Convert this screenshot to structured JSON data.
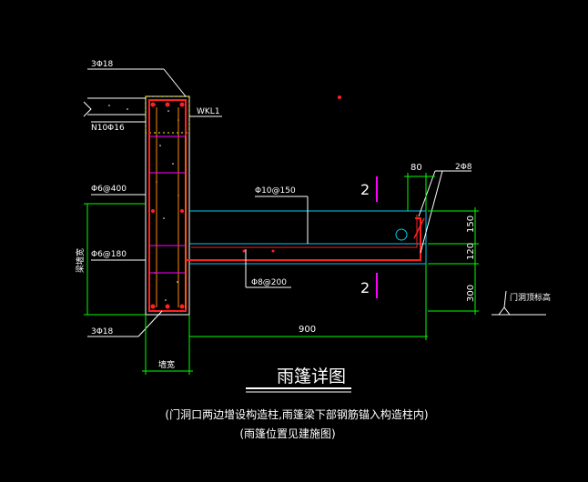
{
  "labels": {
    "top_rebar": "3Φ18",
    "stirrup_top": "N10Φ16",
    "beam_name": "WKL1",
    "stirrup_400": "Φ6@400",
    "stirrup_180": "Φ6@180",
    "wall_width_v": "梁墙宽",
    "bottom_rebar": "3Φ18",
    "wall_width_h": "墙宽",
    "canopy_rebar": "Φ10@150",
    "canopy_dist": "Φ8@200",
    "edge_rebar": "2Φ8",
    "door_top": "门洞顶标高"
  },
  "dims": {
    "d80": "80",
    "d150": "150",
    "d120": "120",
    "d300": "300",
    "d900": "900"
  },
  "section_marks": {
    "upper": "2",
    "lower": "2"
  },
  "title": "雨篷详图",
  "notes": {
    "line1": "(门洞口两边增设构造柱,雨篷梁下部钢筋锚入构造柱内)",
    "line2": "(雨篷位置见建施图)"
  },
  "colors": {
    "background": "#000000",
    "rebar": "#ff2020",
    "concrete_outline": "#00ccee",
    "dimension": "#00ff00",
    "text": "#ffffff"
  }
}
